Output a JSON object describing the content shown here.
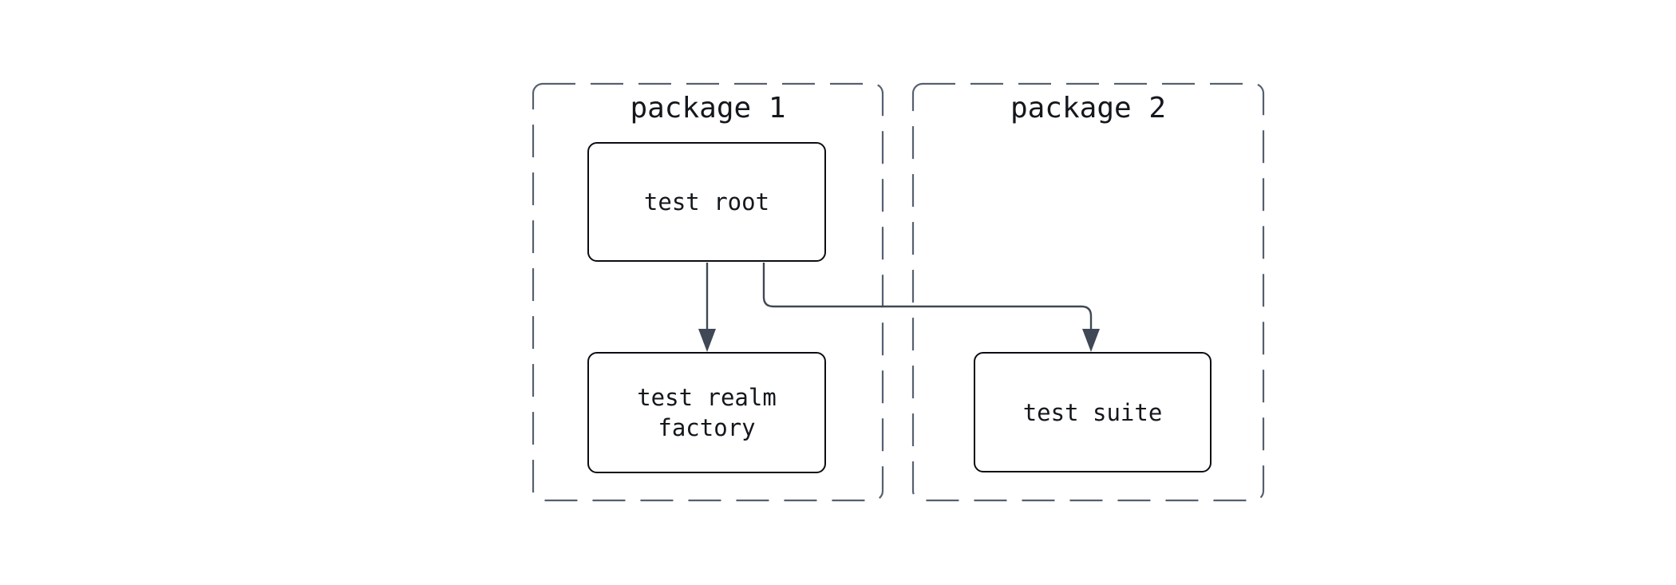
{
  "diagram": {
    "type": "flowchart",
    "clusters": [
      {
        "id": "package-1",
        "label": "package 1",
        "border_style": "dashed"
      },
      {
        "id": "package-2",
        "label": "package 2",
        "border_style": "dashed"
      }
    ],
    "nodes": [
      {
        "id": "test-root",
        "label": "test root",
        "cluster": "package 1"
      },
      {
        "id": "test-realm-factory",
        "label": "test realm factory",
        "cluster": "package 1"
      },
      {
        "id": "test-suite",
        "label": "test suite",
        "cluster": "package 2"
      }
    ],
    "edges": [
      {
        "from": "test root",
        "to": "test realm factory",
        "arrow": "filled-triangle"
      },
      {
        "from": "test root",
        "to": "test suite",
        "arrow": "filled-triangle"
      }
    ],
    "colors": {
      "background": "#ffffff",
      "node_border": "#0b0d12",
      "node_fill": "#ffffff",
      "cluster_border": "#556070",
      "edge": "#3f4854",
      "text": "#14171c"
    }
  }
}
